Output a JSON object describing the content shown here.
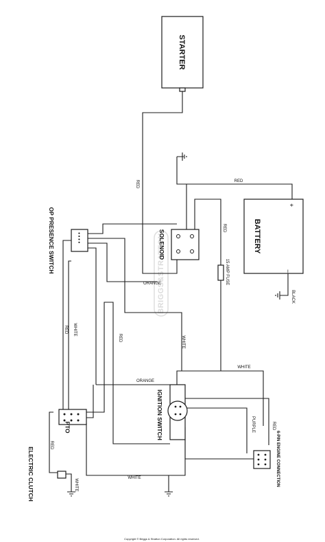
{
  "components": {
    "starter": "STARTER",
    "battery": "BATTERY",
    "solenoid": "SOLENOID",
    "op_presence_switch": "OP PRESENCE SWITCH",
    "ignition_switch": "IGNITION SWITCH",
    "pto": "PTO",
    "electric_clutch": "ELECTRIC CLUTCH",
    "engine_connection": "6-PIN ENGINE CONNECTION",
    "fuse": "15 AMP FUSE"
  },
  "wire_colors": {
    "red": "RED",
    "white": "WHITE",
    "orange": "ORANGE",
    "black": "BLACK",
    "purple": "PURPLE"
  },
  "terminals": {
    "battery_positive": "+",
    "battery_negative": "−"
  },
  "watermark": "BRIGGS&STRATTON",
  "footer": "Copyright © Briggs & Stratton Corporation. All rights reserved."
}
